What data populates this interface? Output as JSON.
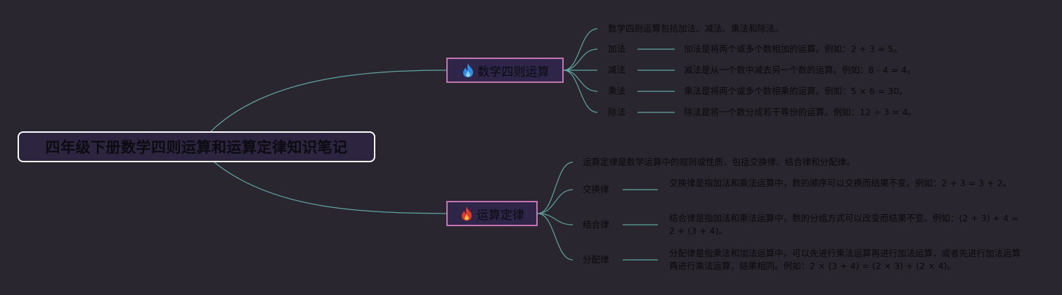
{
  "mindmap": {
    "root": "四年级下册数学四则运算和运算定律知识笔记",
    "branches": [
      {
        "label": "数学四则运算",
        "icon": "fire-icon-blue",
        "icon_color": "#2f8de4",
        "summary": "数学四则运算包括加法、减法、乘法和除法。",
        "items": [
          {
            "label": "加法",
            "desc": "加法是将两个或多个数相加的运算。例如：2 + 3 = 5。"
          },
          {
            "label": "减法",
            "desc": "减法是从一个数中减去另一个数的运算。例如：8 - 4 = 4。"
          },
          {
            "label": "乘法",
            "desc": "乘法是将两个或多个数相乘的运算。例如：5 × 6 = 30。"
          },
          {
            "label": "除法",
            "desc": "除法是将一个数分成若干等份的运算。例如：12 ÷ 3 = 4。"
          }
        ]
      },
      {
        "label": "运算定律",
        "icon": "fire-icon-red",
        "icon_color": "#e23a2a",
        "summary": "运算定律是数学运算中的规则或性质，包括交换律、结合律和分配律。",
        "items": [
          {
            "label": "交换律",
            "desc": "交换律是指加法和乘法运算中，数的顺序可以交换而结果不变。例如：2 + 3 = 3 + 2。"
          },
          {
            "label": "结合律",
            "desc": "结合律是指加法和乘法运算中，数的分组方式可以改变而结果不变。例如：(2 + 3) + 4 = 2 + (3 + 4)。"
          },
          {
            "label": "分配律",
            "desc": "分配律是指乘法和加法运算中，可以先进行乘法运算再进行加法运算，或者先进行加法运算再进行乘法运算，结果相同。例如：2 × (3 + 4) = (2 × 3) + (2 × 4)。"
          }
        ]
      }
    ],
    "colors": {
      "background": "#2a2630",
      "link": "#5fa6a0",
      "branch_border": "#c774b4",
      "root_border": "#ffffff"
    }
  }
}
